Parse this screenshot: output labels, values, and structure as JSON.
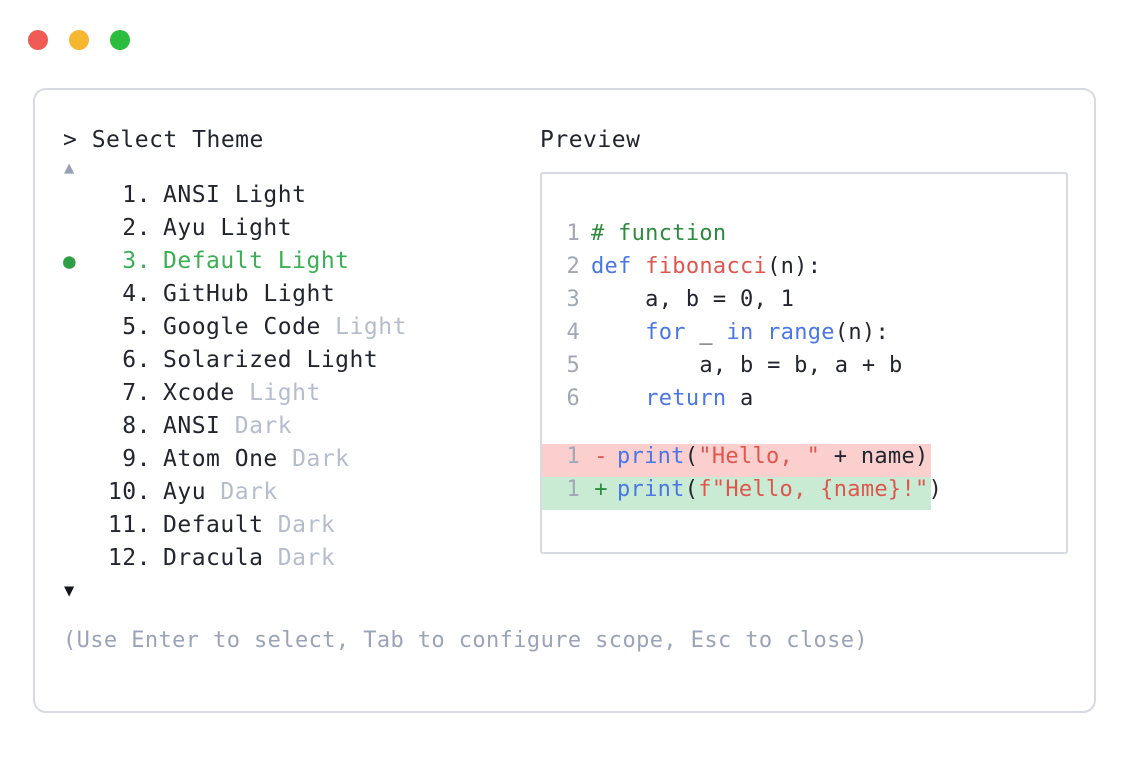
{
  "window": {
    "controls": [
      {
        "name": "close",
        "color": "#F15B56"
      },
      {
        "name": "minimize",
        "color": "#F5B730"
      },
      {
        "name": "maximize",
        "color": "#2BBD3E"
      }
    ]
  },
  "left": {
    "prompt": "> Select Theme",
    "scroll_up": "▲",
    "scroll_down": "▼",
    "selected_index": 3,
    "bullet": "●",
    "items": [
      {
        "num": "1.",
        "name": "ANSI Light",
        "suffix": "",
        "selected": false
      },
      {
        "num": "2.",
        "name": "Ayu Light",
        "suffix": "",
        "selected": false
      },
      {
        "num": "3.",
        "name": "Default Light",
        "suffix": "",
        "selected": true
      },
      {
        "num": "4.",
        "name": "GitHub Light",
        "suffix": "",
        "selected": false
      },
      {
        "num": "5.",
        "name": "Google Code",
        "suffix": "Light",
        "selected": false
      },
      {
        "num": "6.",
        "name": "Solarized Light",
        "suffix": "",
        "selected": false
      },
      {
        "num": "7.",
        "name": "Xcode",
        "suffix": "Light",
        "selected": false
      },
      {
        "num": "8.",
        "name": "ANSI",
        "suffix": "Dark",
        "selected": false
      },
      {
        "num": "9.",
        "name": "Atom One",
        "suffix": "Dark",
        "selected": false
      },
      {
        "num": "10.",
        "name": "Ayu",
        "suffix": "Dark",
        "selected": false
      },
      {
        "num": "11.",
        "name": "Default",
        "suffix": "Dark",
        "selected": false
      },
      {
        "num": "12.",
        "name": "Dracula",
        "suffix": "Dark",
        "selected": false
      }
    ],
    "hint": "(Use Enter to select, Tab to configure scope, Esc to close)"
  },
  "right": {
    "label": "Preview",
    "code": [
      {
        "ln": "1",
        "tokens": [
          {
            "t": "# function",
            "c": "comment"
          }
        ]
      },
      {
        "ln": "2",
        "tokens": [
          {
            "t": "def ",
            "c": "kw"
          },
          {
            "t": "fibonacci",
            "c": "fn"
          },
          {
            "t": "(n):",
            "c": "plain"
          }
        ]
      },
      {
        "ln": "3",
        "tokens": [
          {
            "t": "    a, b = ",
            "c": "plain"
          },
          {
            "t": "0",
            "c": "num"
          },
          {
            "t": ", ",
            "c": "plain"
          },
          {
            "t": "1",
            "c": "num"
          }
        ]
      },
      {
        "ln": "4",
        "tokens": [
          {
            "t": "    ",
            "c": "plain"
          },
          {
            "t": "for",
            "c": "kw"
          },
          {
            "t": " _ ",
            "c": "plain"
          },
          {
            "t": "in",
            "c": "kw"
          },
          {
            "t": " ",
            "c": "plain"
          },
          {
            "t": "range",
            "c": "kw"
          },
          {
            "t": "(n):",
            "c": "plain"
          }
        ]
      },
      {
        "ln": "5",
        "tokens": [
          {
            "t": "        a, b = b, a + b",
            "c": "plain"
          }
        ]
      },
      {
        "ln": "6",
        "tokens": [
          {
            "t": "    ",
            "c": "plain"
          },
          {
            "t": "return",
            "c": "kw"
          },
          {
            "t": " a",
            "c": "plain"
          }
        ]
      }
    ],
    "diff": [
      {
        "ln": "1",
        "sign": "-",
        "kind": "del",
        "tokens": [
          {
            "t": "print",
            "c": "kw"
          },
          {
            "t": "(",
            "c": "plain"
          },
          {
            "t": "\"Hello, \"",
            "c": "str"
          },
          {
            "t": " + name)",
            "c": "plain"
          }
        ]
      },
      {
        "ln": "1",
        "sign": "+",
        "kind": "add",
        "tokens": [
          {
            "t": "print",
            "c": "kw"
          },
          {
            "t": "(",
            "c": "plain"
          },
          {
            "t": "f\"Hello, {name}!\"",
            "c": "str"
          },
          {
            "t": ")",
            "c": "plain"
          }
        ]
      }
    ]
  },
  "colors": {
    "accent_green": "#3caf55",
    "border": "#d8dae3",
    "dim_text": "#b4bccd",
    "hint_text": "#9aa3b8",
    "diff_del_bg": "#fbcfce",
    "diff_add_bg": "#c9ebd4",
    "kw": "#4a76e8",
    "fn": "#e0564f",
    "str": "#e0564f",
    "comment": "#2e8b3f"
  }
}
